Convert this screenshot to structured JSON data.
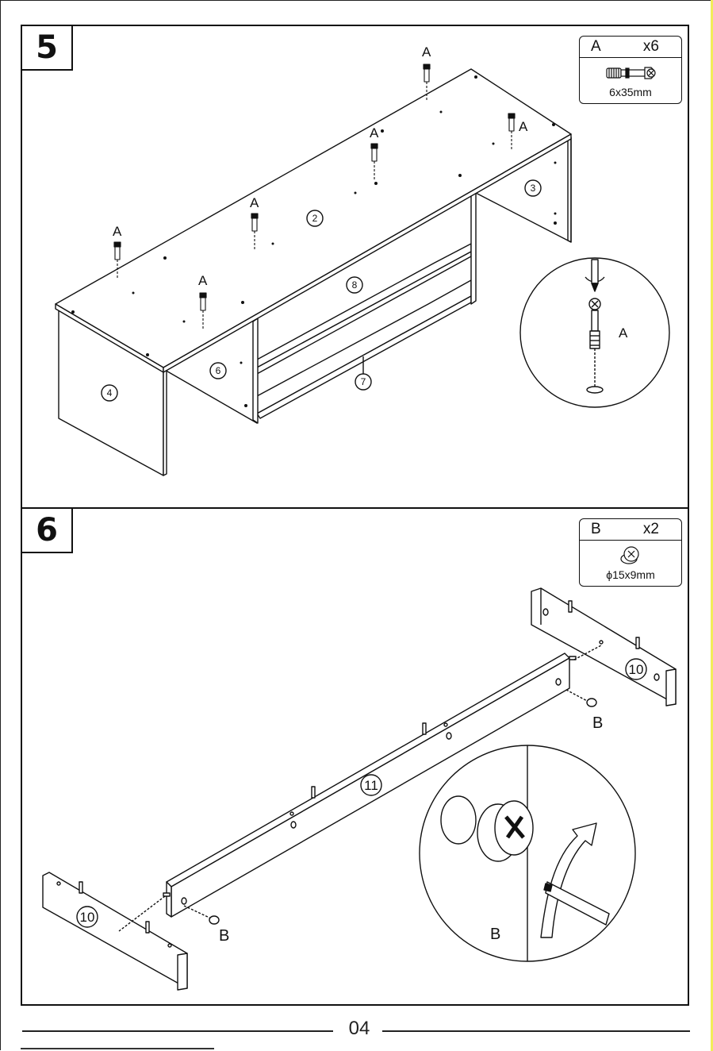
{
  "steps": [
    {
      "number": "5",
      "hardware": {
        "code": "A",
        "quantity": "x6",
        "size": "6x35mm"
      },
      "callouts": [
        "A",
        "A",
        "A",
        "A",
        "A",
        "A"
      ],
      "detail_label": "A",
      "parts": [
        "2",
        "3",
        "4",
        "6",
        "7",
        "8"
      ]
    },
    {
      "number": "6",
      "hardware": {
        "code": "B",
        "quantity": "x2",
        "size": "ϕ15x9mm"
      },
      "callouts": [
        "B",
        "B"
      ],
      "detail_label": "B",
      "parts": [
        "10",
        "10",
        "11"
      ]
    }
  ],
  "page_number": "04",
  "icons": {
    "screw": "cam-dowel-icon",
    "cam": "cam-lock-icon",
    "screwdriver": "screwdriver-icon",
    "arrow": "rotate-arrow-icon"
  }
}
